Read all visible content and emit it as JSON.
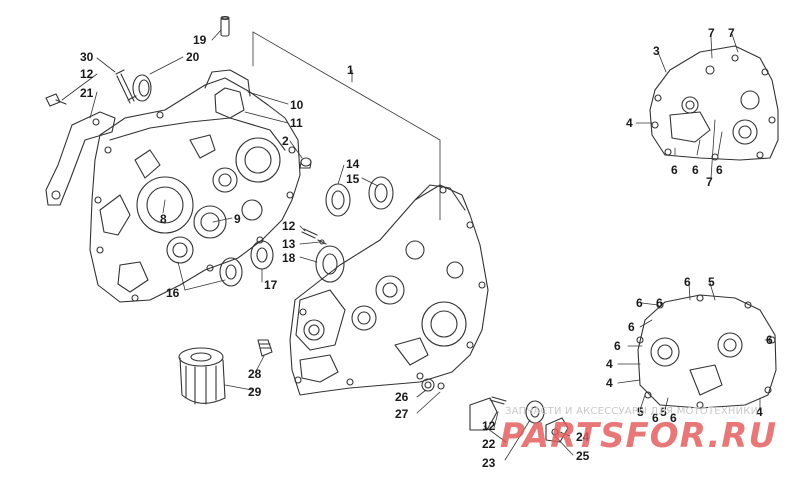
{
  "callouts": [
    {
      "id": "c1",
      "text": "1"
    },
    {
      "id": "c2",
      "text": "2"
    },
    {
      "id": "c3",
      "text": "3"
    },
    {
      "id": "c4a",
      "text": "4"
    },
    {
      "id": "c4b",
      "text": "4"
    },
    {
      "id": "c4c",
      "text": "4"
    },
    {
      "id": "c4d",
      "text": "4"
    },
    {
      "id": "c5a",
      "text": "5"
    },
    {
      "id": "c5b",
      "text": "5"
    },
    {
      "id": "c5c",
      "text": "5"
    },
    {
      "id": "c6a",
      "text": "6"
    },
    {
      "id": "c6b",
      "text": "6"
    },
    {
      "id": "c6c",
      "text": "6"
    },
    {
      "id": "c6d",
      "text": "6"
    },
    {
      "id": "c6e",
      "text": "6"
    },
    {
      "id": "c6f",
      "text": "6"
    },
    {
      "id": "c6g",
      "text": "6"
    },
    {
      "id": "c6h",
      "text": "6"
    },
    {
      "id": "c6i",
      "text": "6"
    },
    {
      "id": "c6j",
      "text": "6"
    },
    {
      "id": "c6k",
      "text": "6"
    },
    {
      "id": "c7a",
      "text": "7"
    },
    {
      "id": "c7b",
      "text": "7"
    },
    {
      "id": "c7c",
      "text": "7"
    },
    {
      "id": "c8",
      "text": "8"
    },
    {
      "id": "c9",
      "text": "9"
    },
    {
      "id": "c10",
      "text": "10"
    },
    {
      "id": "c11",
      "text": "11"
    },
    {
      "id": "c12a",
      "text": "12"
    },
    {
      "id": "c12b",
      "text": "12"
    },
    {
      "id": "c12c",
      "text": "12"
    },
    {
      "id": "c13",
      "text": "13"
    },
    {
      "id": "c14",
      "text": "14"
    },
    {
      "id": "c15",
      "text": "15"
    },
    {
      "id": "c16",
      "text": "16"
    },
    {
      "id": "c17",
      "text": "17"
    },
    {
      "id": "c18",
      "text": "18"
    },
    {
      "id": "c19",
      "text": "19"
    },
    {
      "id": "c20",
      "text": "20"
    },
    {
      "id": "c21",
      "text": "21"
    },
    {
      "id": "c22",
      "text": "22"
    },
    {
      "id": "c23",
      "text": "23"
    },
    {
      "id": "c24",
      "text": "24"
    },
    {
      "id": "c25",
      "text": "25"
    },
    {
      "id": "c26",
      "text": "26"
    },
    {
      "id": "c27",
      "text": "27"
    },
    {
      "id": "c28",
      "text": "28"
    },
    {
      "id": "c29",
      "text": "29"
    },
    {
      "id": "c30",
      "text": "30"
    }
  ],
  "watermark": {
    "tagline": "ЗАПЧАСТИ И АКСЕССУАРЫ ДЛЯ МОТОТЕХНИКИ",
    "logo": "PARTSFOR.RU",
    "color": "#e35a5a"
  },
  "colors": {
    "line": "#333333",
    "label": "#1a1a1a"
  }
}
